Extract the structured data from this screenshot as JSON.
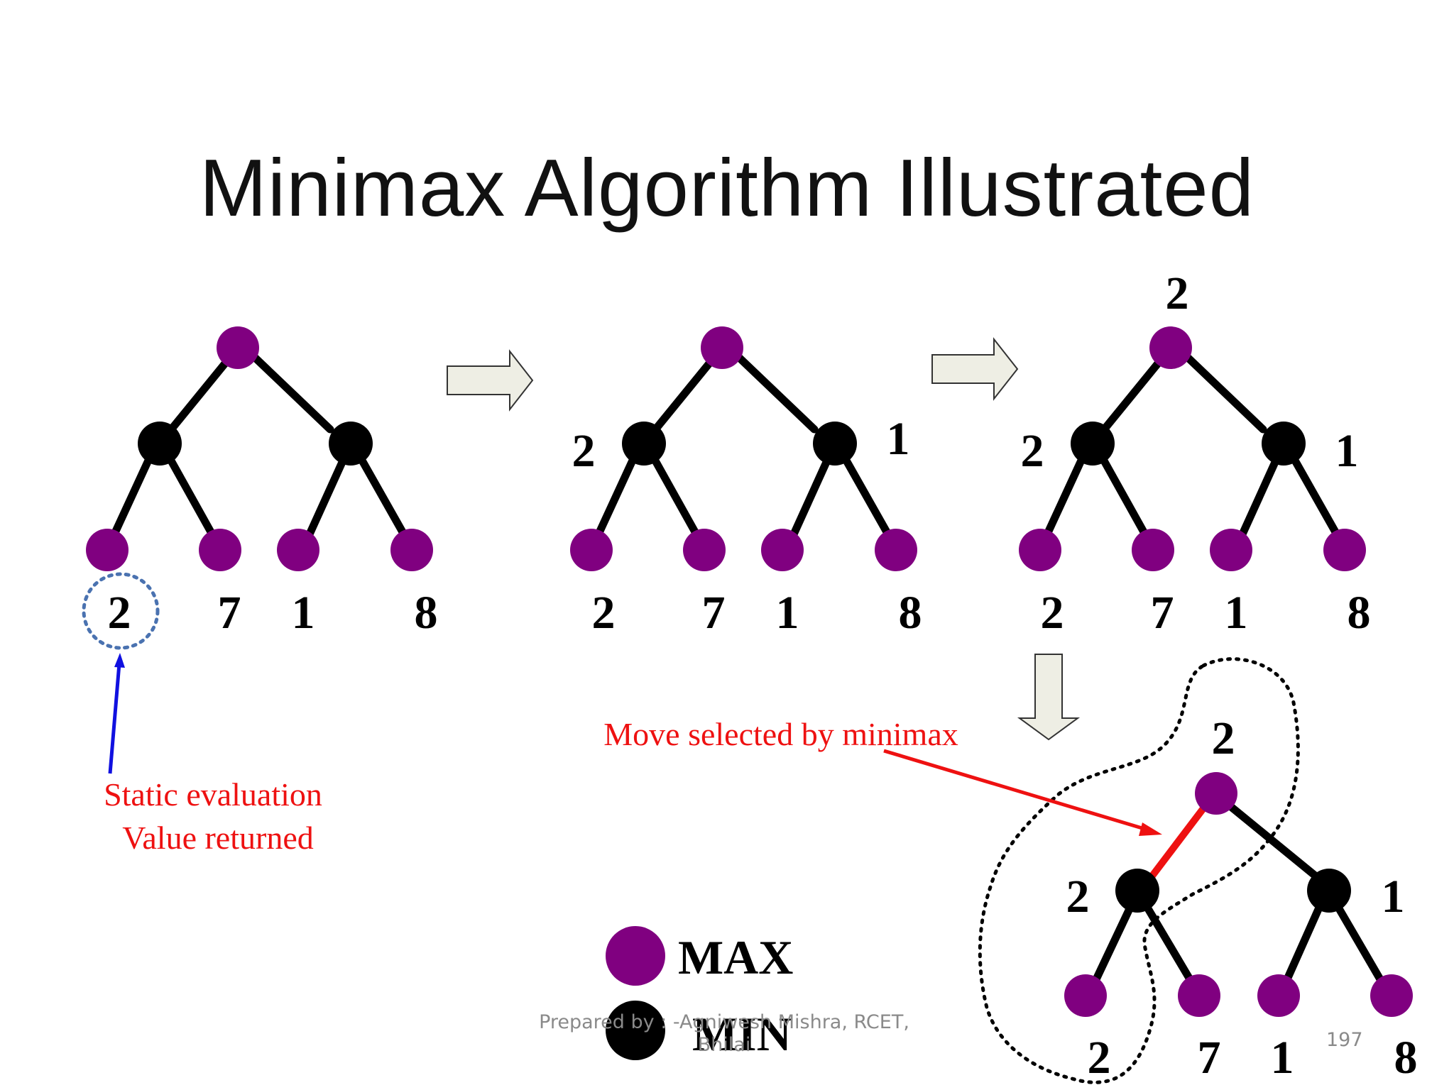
{
  "slide": {
    "title": "Minimax Algorithm Illustrated",
    "footer_line1": "Prepared by : -Agniwesh Mishra, RCET,",
    "footer_line2": "Bhilai",
    "page_number": "197"
  },
  "colors": {
    "max_node": "#800080",
    "min_node": "#000000",
    "annotation": "#ee1111",
    "static_arrow": "#1010e0",
    "dotted_circle": "#4a72b0",
    "step_arrow_fill": "#eeeee4"
  },
  "trees": {
    "leaf_values": [
      "2",
      "7",
      "1",
      "8"
    ],
    "step2_min_values": [
      "2",
      "1"
    ],
    "step3_root_value": "2",
    "step3_min_values": [
      "2",
      "1"
    ],
    "step4_root_value": "2",
    "step4_min_values": [
      "2",
      "1"
    ]
  },
  "annotations": {
    "static_eval_line1": "Static evaluation",
    "static_eval_line2": "Value returned",
    "move_selected": "Move selected by minimax"
  },
  "legend": {
    "max_label": "MAX",
    "min_label": "MIN"
  }
}
